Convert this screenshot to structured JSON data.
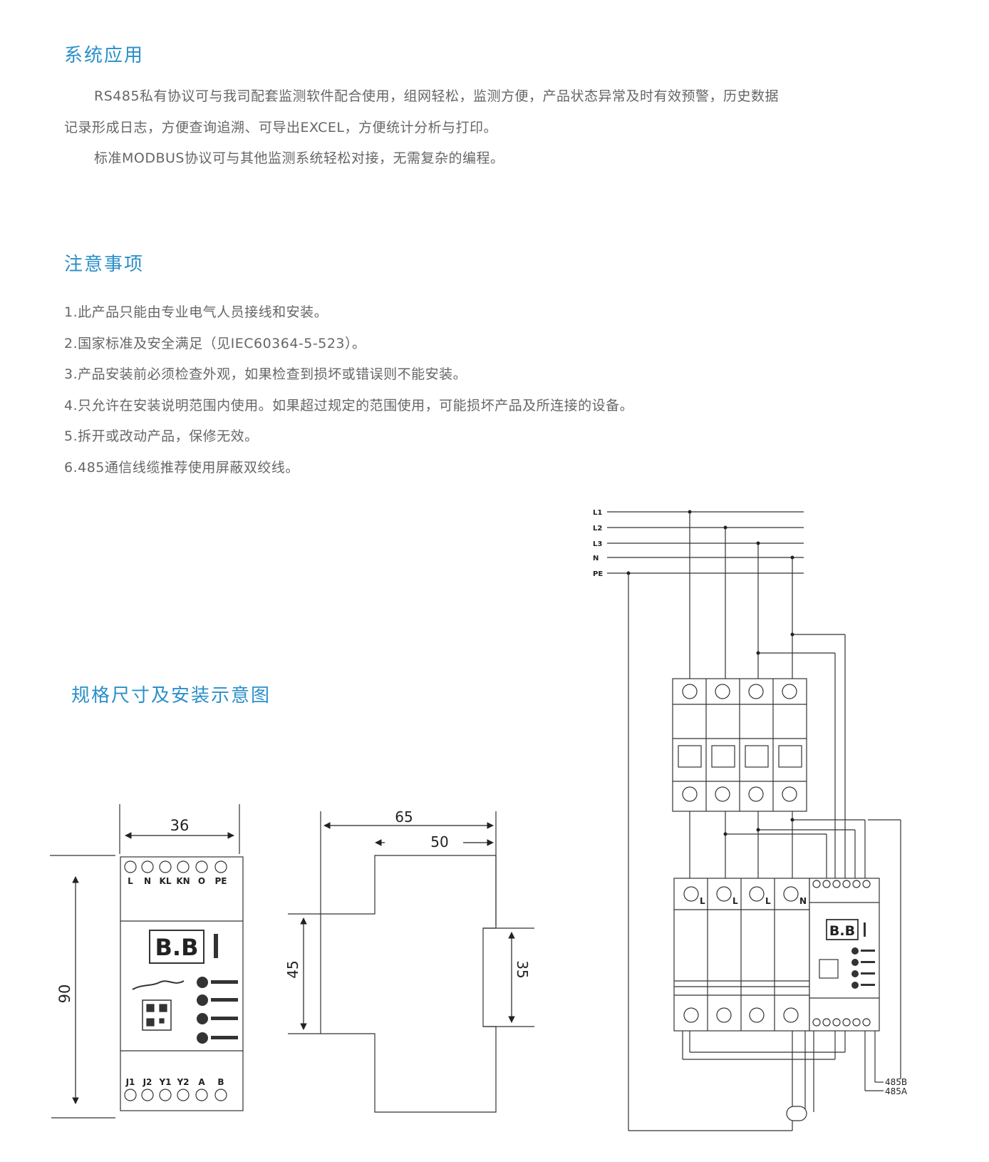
{
  "section1": {
    "title": "系统应用",
    "para1_line1": "RS485私有协议可与我司配套监测软件配合使用，组网轻松，监测方便，产品状态异常及时有效预警，历史数据",
    "para1_line2": "记录形成日志，方便查询追溯、可导出EXCEL，方便统计分析与打印。",
    "para2": "标准MODBUS协议可与其他监测系统轻松对接，无需复杂的编程。"
  },
  "section2": {
    "title": "注意事项",
    "items": [
      "1.此产品只能由专业电气人员接线和安装。",
      "2.国家标准及安全满足（见IEC60364-5-523）。",
      "3.产品安装前必须检查外观，如果检查到损坏或错误则不能安装。",
      "4.只允许在安装说明范围内使用。如果超过规定的范围使用，可能损坏产品及所连接的设备。",
      "5.拆开或改动产品，保修无效。",
      "6.485通信线缆推荐使用屏蔽双绞线。"
    ]
  },
  "section3": {
    "title": "规格尺寸及安装示意图"
  },
  "front_view": {
    "width_dim": "36",
    "height_dim": "90",
    "top_terminals": [
      "L",
      "N",
      "KL",
      "KN",
      "O",
      "PE"
    ],
    "bottom_terminals": [
      "J1",
      "J2",
      "Y1",
      "Y2",
      "A",
      "B"
    ],
    "display": "B.B"
  },
  "side_view": {
    "dim_65": "65",
    "dim_50": "50",
    "dim_45": "45",
    "dim_35": "35"
  },
  "wiring": {
    "lines": [
      "L1",
      "L2",
      "L3",
      "N",
      "PE"
    ],
    "spd_labels": [
      "L",
      "L",
      "L",
      "N"
    ],
    "rs485": [
      "485B",
      "485A"
    ]
  }
}
